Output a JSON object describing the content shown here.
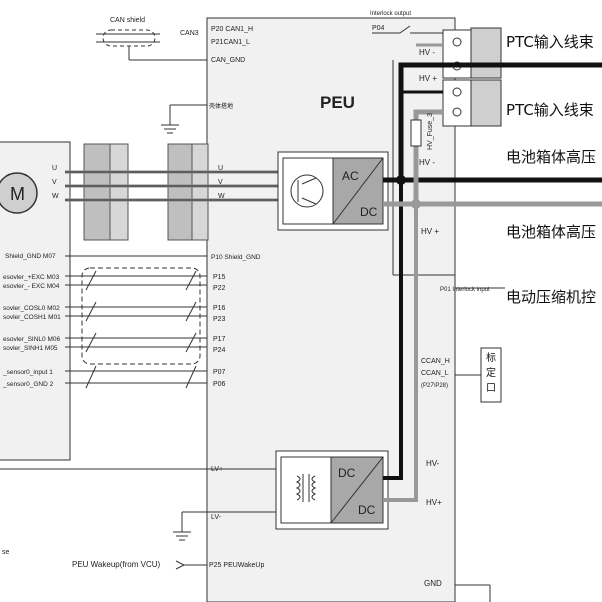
{
  "peu": {
    "title": "PEU",
    "can3": "CAN3",
    "p20": "P20 CAN1_H",
    "p21": "P21CAN1_L",
    "can_gnd": "CAN_GND",
    "chassis_gnd": "壳体搭地",
    "p10": "P10 Shield_GND",
    "p15": "P15",
    "p22": "P22",
    "p16": "P16",
    "p23": "P23",
    "p17": "P17",
    "p24": "P24",
    "p07": "P07",
    "p06": "P06",
    "u_in": "U",
    "v_in": "V",
    "w_in": "W",
    "lv_plus": "LV+",
    "lv_minus": "LV-",
    "p25": "P25 PEUWakeUp",
    "wakeup_label": "PEU Wakeup(from VCU)",
    "hv_minus_1": "HV -",
    "hv_plus_1": "HV +",
    "hv_minus_2": "HV -",
    "hv_plus_2": "HV +",
    "hv_minus_3": "HV-",
    "hv_plus_3": "HV+",
    "fuse_label": "HV_Fuse_3",
    "interlock_output": "Interlock output",
    "p04": "P04",
    "p01": "P01 Interlock input",
    "ccan_h": "CCAN_H",
    "ccan_l": "CCAN_L",
    "ccan_pins": "(P27\\P28)",
    "gnd": "GND",
    "ac": "AC",
    "dc": "DC",
    "dc_a": "DC",
    "dc_b": "DC"
  },
  "motor": {
    "symbol": "M",
    "u": "U",
    "v": "V",
    "w": "W",
    "shield_gnd": "Shield_GND  M07",
    "exc_p": "esovler_+EXC  M03",
    "exc_m": "esovler_- EXC  M04",
    "cos_l": "sovler_COSL0  M02",
    "cos_h": "sovler_COSH1  M01",
    "sin_l": "esovler_SINL0  M06",
    "sin_h": "sovler_SINH1  M05",
    "sensor_in": "_sensor0_input  1",
    "sensor_gnd": "_sensor0_GND  2",
    "note": "se"
  },
  "can_shield": "CAN shield",
  "right_labels": {
    "ptc1": "PTC输入线束",
    "ptc2": "PTC输入线束",
    "battery1": "电池箱体高压",
    "battery2": "电池箱体高压",
    "compressor": "电动压缩机控"
  },
  "calib_port": "标定口"
}
